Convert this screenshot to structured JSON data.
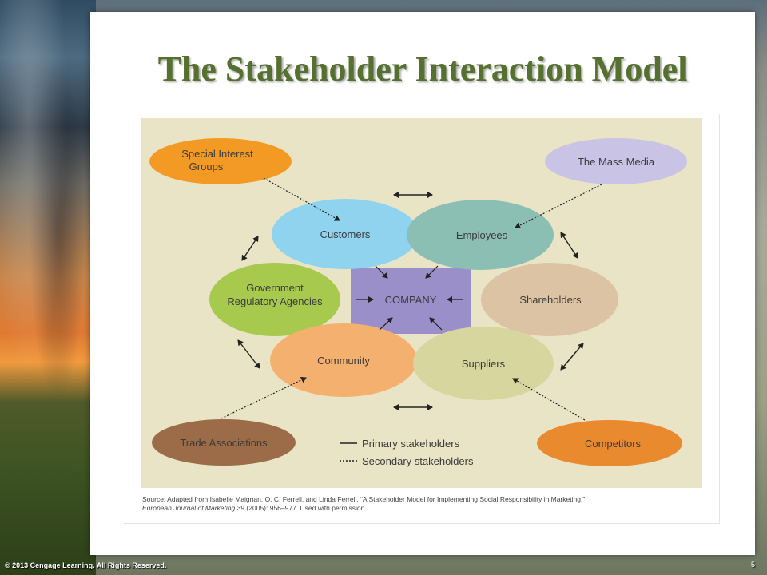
{
  "title": "The Stakeholder Interaction Model",
  "diagram": {
    "center": "COMPANY",
    "primary": {
      "customers": "Customers",
      "employees": "Employees",
      "government_line1": "Government",
      "government_line2": "Regulatory Agencies",
      "shareholders": "Shareholders",
      "community": "Community",
      "suppliers": "Suppliers"
    },
    "secondary": {
      "special_interest_line1": "Special Interest",
      "special_interest_line2": "Groups",
      "mass_media": "The Mass Media",
      "trade_associations": "Trade Associations",
      "competitors": "Competitors"
    },
    "legend": {
      "primary": "Primary stakeholders",
      "secondary": "Secondary stakeholders"
    },
    "colors": {
      "panel": "#e9e4c6",
      "company": "#9a8fc9",
      "customers": "#8fd3ef",
      "employees": "#8cbfb3",
      "government": "#a7c94d",
      "shareholders": "#dcc3a3",
      "community": "#f3b06e",
      "suppliers": "#d7d69f",
      "special_interest": "#f39a24",
      "mass_media": "#c9c3e6",
      "trade_associations": "#9c6b47",
      "competitors": "#e98a2e"
    }
  },
  "source": {
    "line1": "Source: Adapted from Isabelle Maignan, O. C. Ferrell, and Linda Ferrell, “A Stakeholder Model for Implementing Social Responsibility in Marketing,”",
    "journal": "European Journal of Marketing",
    "line2_rest": " 39 (2005): 956–977. Used with permission."
  },
  "footer": "© 2013 Cengage Learning. All Rights Reserved.",
  "page_number": "5"
}
